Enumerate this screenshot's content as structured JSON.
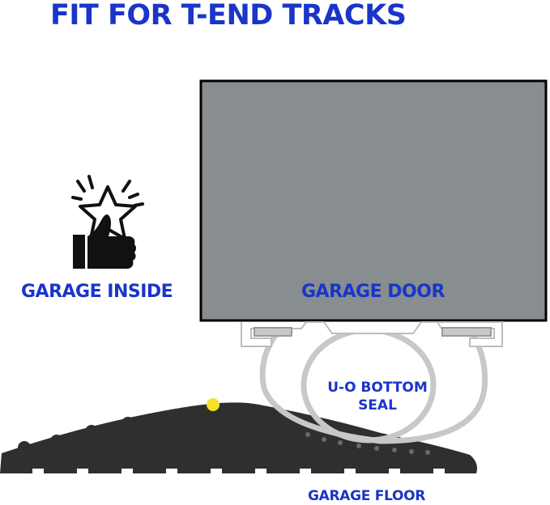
{
  "title": "FIT FOR T-END TRACKS",
  "labels": {
    "garage_inside": "GARAGE INSIDE",
    "garage_door": "GARAGE DOOR",
    "seal_line1": "U-O BOTTOM",
    "seal_line2": "SEAL",
    "garage_floor": "GARAGE FLOOR"
  },
  "icons": {
    "thumbs_up": "thumbs-up-star-icon"
  },
  "colors": {
    "label_blue": "#1a35c8",
    "door_gray": "#888d90",
    "seal_gray": "#c8c8c8",
    "threshold_dark": "#2f2f2f",
    "marker_yellow": "#f5e12a"
  }
}
